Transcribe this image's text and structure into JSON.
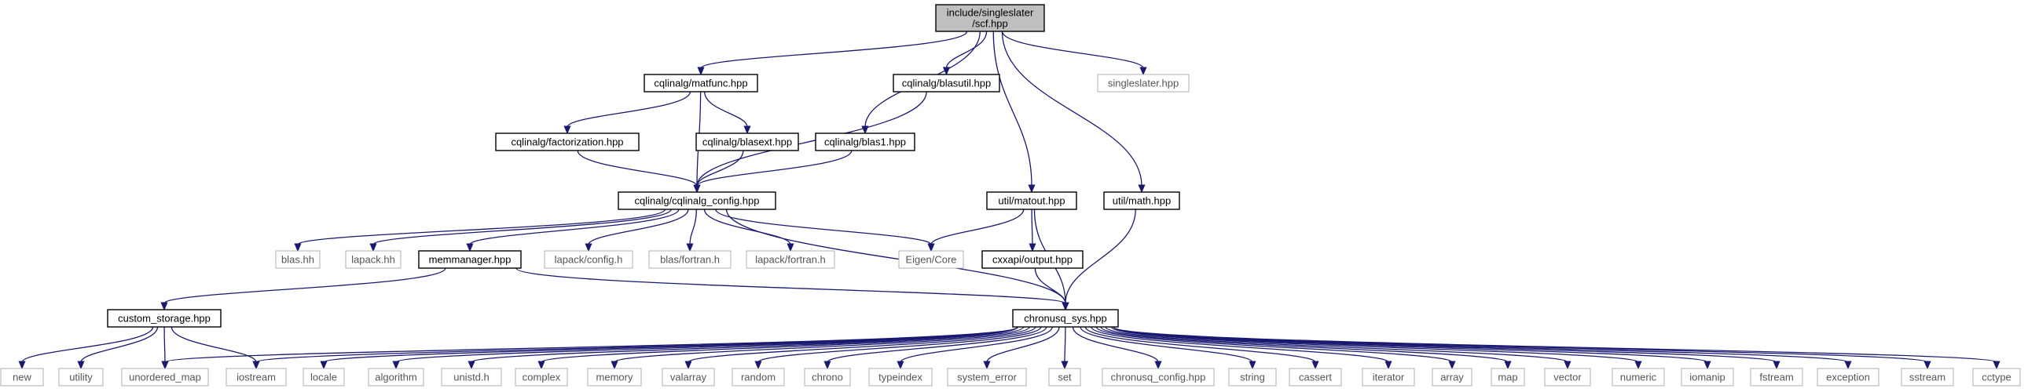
{
  "diagram": {
    "colors": {
      "edge": "#191970",
      "root_fill": "#bfbfbf",
      "linked_border": "#000000",
      "external_border": "#b0b0b0",
      "background": "#ffffff"
    },
    "nodes": [
      {
        "id": "root",
        "label": [
          "include/singleslater",
          "/scf.hpp"
        ],
        "kind": "root"
      },
      {
        "id": "matfunc",
        "label": [
          "cqlinalg/matfunc.hpp"
        ],
        "kind": "linked"
      },
      {
        "id": "blasutil",
        "label": [
          "cqlinalg/blasutil.hpp"
        ],
        "kind": "linked"
      },
      {
        "id": "singleslater",
        "label": [
          "singleslater.hpp"
        ],
        "kind": "external"
      },
      {
        "id": "factorization",
        "label": [
          "cqlinalg/factorization.hpp"
        ],
        "kind": "linked"
      },
      {
        "id": "blasext",
        "label": [
          "cqlinalg/blasext.hpp"
        ],
        "kind": "linked"
      },
      {
        "id": "blas1",
        "label": [
          "cqlinalg/blas1.hpp"
        ],
        "kind": "linked"
      },
      {
        "id": "config",
        "label": [
          "cqlinalg/cqlinalg_config.hpp"
        ],
        "kind": "linked"
      },
      {
        "id": "matout",
        "label": [
          "util/matout.hpp"
        ],
        "kind": "linked"
      },
      {
        "id": "math",
        "label": [
          "util/math.hpp"
        ],
        "kind": "linked"
      },
      {
        "id": "blashh",
        "label": [
          "blas.hh"
        ],
        "kind": "external"
      },
      {
        "id": "lapackhh",
        "label": [
          "lapack.hh"
        ],
        "kind": "external"
      },
      {
        "id": "memmanager",
        "label": [
          "memmanager.hpp"
        ],
        "kind": "linked"
      },
      {
        "id": "lapackconfig",
        "label": [
          "lapack/config.h"
        ],
        "kind": "external"
      },
      {
        "id": "blasfortran",
        "label": [
          "blas/fortran.h"
        ],
        "kind": "external"
      },
      {
        "id": "lapackfortran",
        "label": [
          "lapack/fortran.h"
        ],
        "kind": "external"
      },
      {
        "id": "eigen",
        "label": [
          "Eigen/Core"
        ],
        "kind": "external"
      },
      {
        "id": "cxxapi",
        "label": [
          "cxxapi/output.hpp"
        ],
        "kind": "linked"
      },
      {
        "id": "custom",
        "label": [
          "custom_storage.hpp"
        ],
        "kind": "linked"
      },
      {
        "id": "sys",
        "label": [
          "chronusq_sys.hpp"
        ],
        "kind": "linked"
      },
      {
        "id": "new",
        "label": [
          "new"
        ],
        "kind": "external"
      },
      {
        "id": "utility",
        "label": [
          "utility"
        ],
        "kind": "external"
      },
      {
        "id": "unordered_map",
        "label": [
          "unordered_map"
        ],
        "kind": "external"
      },
      {
        "id": "iostream",
        "label": [
          "iostream"
        ],
        "kind": "external"
      },
      {
        "id": "locale",
        "label": [
          "locale"
        ],
        "kind": "external"
      },
      {
        "id": "algorithm",
        "label": [
          "algorithm"
        ],
        "kind": "external"
      },
      {
        "id": "unistd",
        "label": [
          "unistd.h"
        ],
        "kind": "external"
      },
      {
        "id": "complex",
        "label": [
          "complex"
        ],
        "kind": "external"
      },
      {
        "id": "memory",
        "label": [
          "memory"
        ],
        "kind": "external"
      },
      {
        "id": "valarray",
        "label": [
          "valarray"
        ],
        "kind": "external"
      },
      {
        "id": "random",
        "label": [
          "random"
        ],
        "kind": "external"
      },
      {
        "id": "chrono",
        "label": [
          "chrono"
        ],
        "kind": "external"
      },
      {
        "id": "typeindex",
        "label": [
          "typeindex"
        ],
        "kind": "external"
      },
      {
        "id": "system_error",
        "label": [
          "system_error"
        ],
        "kind": "external"
      },
      {
        "id": "set",
        "label": [
          "set"
        ],
        "kind": "external"
      },
      {
        "id": "chronusq_config",
        "label": [
          "chronusq_config.hpp"
        ],
        "kind": "external"
      },
      {
        "id": "string",
        "label": [
          "string"
        ],
        "kind": "external"
      },
      {
        "id": "cassert",
        "label": [
          "cassert"
        ],
        "kind": "external"
      },
      {
        "id": "iterator",
        "label": [
          "iterator"
        ],
        "kind": "external"
      },
      {
        "id": "array",
        "label": [
          "array"
        ],
        "kind": "external"
      },
      {
        "id": "map",
        "label": [
          "map"
        ],
        "kind": "external"
      },
      {
        "id": "vector",
        "label": [
          "vector"
        ],
        "kind": "external"
      },
      {
        "id": "numeric",
        "label": [
          "numeric"
        ],
        "kind": "external"
      },
      {
        "id": "iomanip",
        "label": [
          "iomanip"
        ],
        "kind": "external"
      },
      {
        "id": "fstream",
        "label": [
          "fstream"
        ],
        "kind": "external"
      },
      {
        "id": "exception",
        "label": [
          "exception"
        ],
        "kind": "external"
      },
      {
        "id": "sstream",
        "label": [
          "sstream"
        ],
        "kind": "external"
      },
      {
        "id": "cctype",
        "label": [
          "cctype"
        ],
        "kind": "external"
      }
    ],
    "edges": [
      [
        "root",
        "matfunc"
      ],
      [
        "root",
        "blas1"
      ],
      [
        "root",
        "blasutil"
      ],
      [
        "root",
        "matout"
      ],
      [
        "root",
        "math"
      ],
      [
        "root",
        "singleslater"
      ],
      [
        "matfunc",
        "factorization"
      ],
      [
        "matfunc",
        "config"
      ],
      [
        "matfunc",
        "blasext"
      ],
      [
        "blasutil",
        "config"
      ],
      [
        "factorization",
        "config"
      ],
      [
        "blasext",
        "config"
      ],
      [
        "blas1",
        "config"
      ],
      [
        "config",
        "blashh"
      ],
      [
        "config",
        "lapackhh"
      ],
      [
        "config",
        "memmanager"
      ],
      [
        "config",
        "lapackconfig"
      ],
      [
        "config",
        "blasfortran"
      ],
      [
        "config",
        "lapackfortran"
      ],
      [
        "config",
        "eigen"
      ],
      [
        "config",
        "sys"
      ],
      [
        "matout",
        "eigen"
      ],
      [
        "matout",
        "cxxapi"
      ],
      [
        "matout",
        "sys"
      ],
      [
        "math",
        "sys"
      ],
      [
        "cxxapi",
        "sys"
      ],
      [
        "memmanager",
        "custom"
      ],
      [
        "memmanager",
        "sys"
      ],
      [
        "custom",
        "new"
      ],
      [
        "custom",
        "utility"
      ],
      [
        "custom",
        "unordered_map"
      ],
      [
        "custom",
        "iostream"
      ],
      [
        "sys",
        "unordered_map"
      ],
      [
        "sys",
        "iostream"
      ],
      [
        "sys",
        "locale"
      ],
      [
        "sys",
        "algorithm"
      ],
      [
        "sys",
        "unistd"
      ],
      [
        "sys",
        "complex"
      ],
      [
        "sys",
        "memory"
      ],
      [
        "sys",
        "valarray"
      ],
      [
        "sys",
        "random"
      ],
      [
        "sys",
        "chrono"
      ],
      [
        "sys",
        "typeindex"
      ],
      [
        "sys",
        "system_error"
      ],
      [
        "sys",
        "set"
      ],
      [
        "sys",
        "chronusq_config"
      ],
      [
        "sys",
        "string"
      ],
      [
        "sys",
        "cassert"
      ],
      [
        "sys",
        "iterator"
      ],
      [
        "sys",
        "array"
      ],
      [
        "sys",
        "map"
      ],
      [
        "sys",
        "vector"
      ],
      [
        "sys",
        "numeric"
      ],
      [
        "sys",
        "iomanip"
      ],
      [
        "sys",
        "fstream"
      ],
      [
        "sys",
        "exception"
      ],
      [
        "sys",
        "sstream"
      ],
      [
        "sys",
        "cctype"
      ]
    ]
  }
}
